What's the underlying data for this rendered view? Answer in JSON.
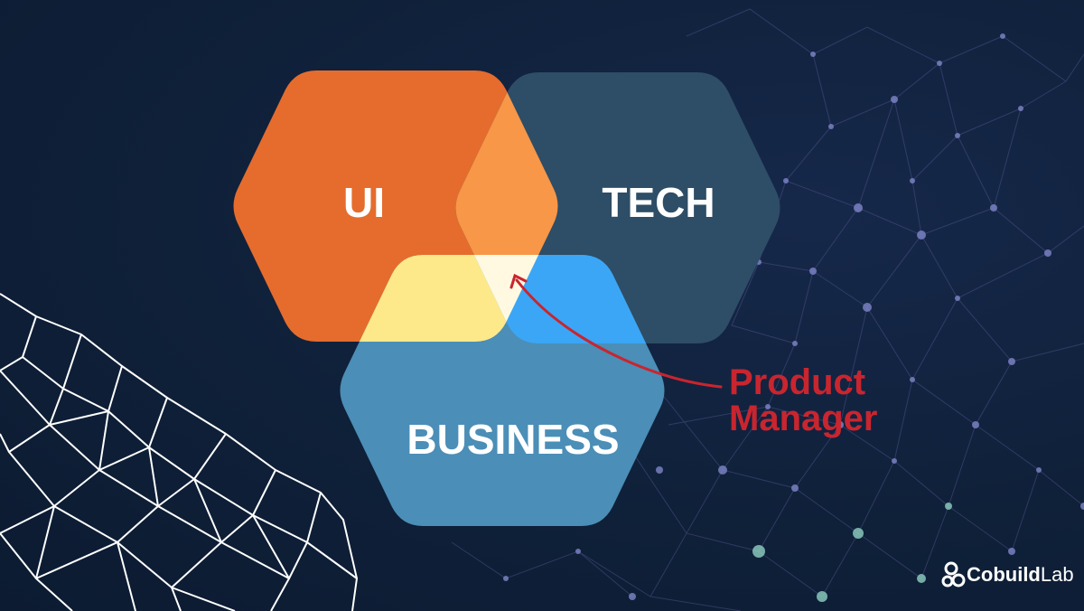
{
  "diagram": {
    "labels": {
      "ui": "UI",
      "tech": "TECH",
      "business": "BUSINESS"
    },
    "annotation": {
      "line1": "Product",
      "line2": "Manager"
    }
  },
  "brand": {
    "name_bold": "Cobuild",
    "name_light": "Lab"
  },
  "colors": {
    "background": "#0e1f38",
    "ui": "#e56c2d",
    "tech": "#2e4d66",
    "business": "#4b8eb7",
    "ui_tech": "#f79747",
    "ui_business": "#fde98a",
    "tech_business": "#3ba6f5",
    "center": "#fff9e2",
    "accent_red": "#c9252f"
  }
}
